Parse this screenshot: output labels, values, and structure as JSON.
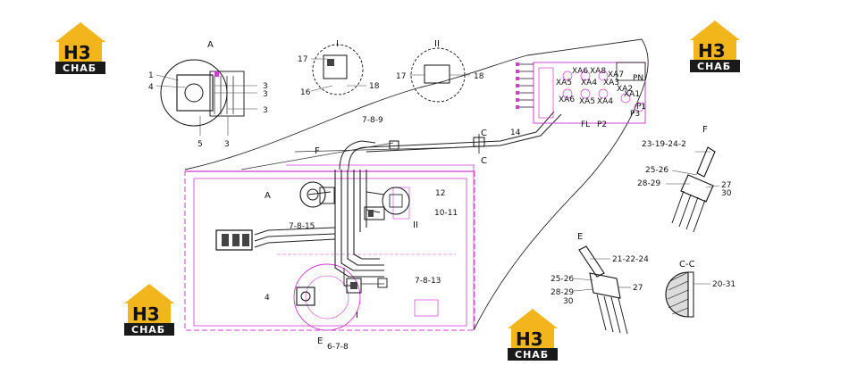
{
  "logo": {
    "mark": "H3",
    "text": "СНАБ"
  },
  "section_labels": [
    "A",
    "I",
    "II",
    "F",
    "E",
    "C-C",
    "C",
    "C",
    "F",
    "E",
    "A",
    "II",
    "I"
  ],
  "parts": {
    "p1": "1",
    "p4a": "4",
    "p3a": "3",
    "p3b": "3",
    "p3c": "3",
    "p3d": "3",
    "p5": "5",
    "p17a": "17",
    "p18a": "18",
    "p16": "16",
    "p18b": "18",
    "p17b": "17",
    "p18c": "18",
    "p14": "14",
    "p789": "7-8-9",
    "p12": "12",
    "p1011": "10-11",
    "p7815": "7-8-15",
    "p7813": "7-8-13",
    "p4b": "4",
    "p678": "6-7-8",
    "p2319242": "23-19-24-2",
    "p2526a": "25-26",
    "p2829a": "28-29",
    "p27a": "27",
    "p30a": "30",
    "p212224": "21-22-24",
    "p2526b": "25-26",
    "p27b": "27",
    "p2829b": "28-29",
    "p30b": "30",
    "p2031": "20-31"
  },
  "panel_labels": [
    "XA6",
    "XA8",
    "XA7",
    "XA5",
    "XA4",
    "XA3",
    "XA2",
    "XA1",
    "XA6",
    "XA5",
    "XA4",
    "PN",
    "FL",
    "P2",
    "P3",
    "P1"
  ]
}
